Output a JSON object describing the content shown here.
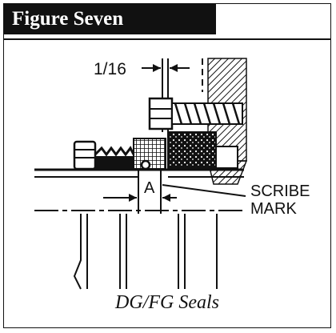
{
  "figure": {
    "title": "Figure Seven",
    "caption": "DG/FG Seals"
  },
  "labels": {
    "dimension": "1/16",
    "gap": "A",
    "scribe_line1": "SCRIBE",
    "scribe_line2": "MARK"
  },
  "colors": {
    "ink": "#111111",
    "paper": "#ffffff"
  }
}
